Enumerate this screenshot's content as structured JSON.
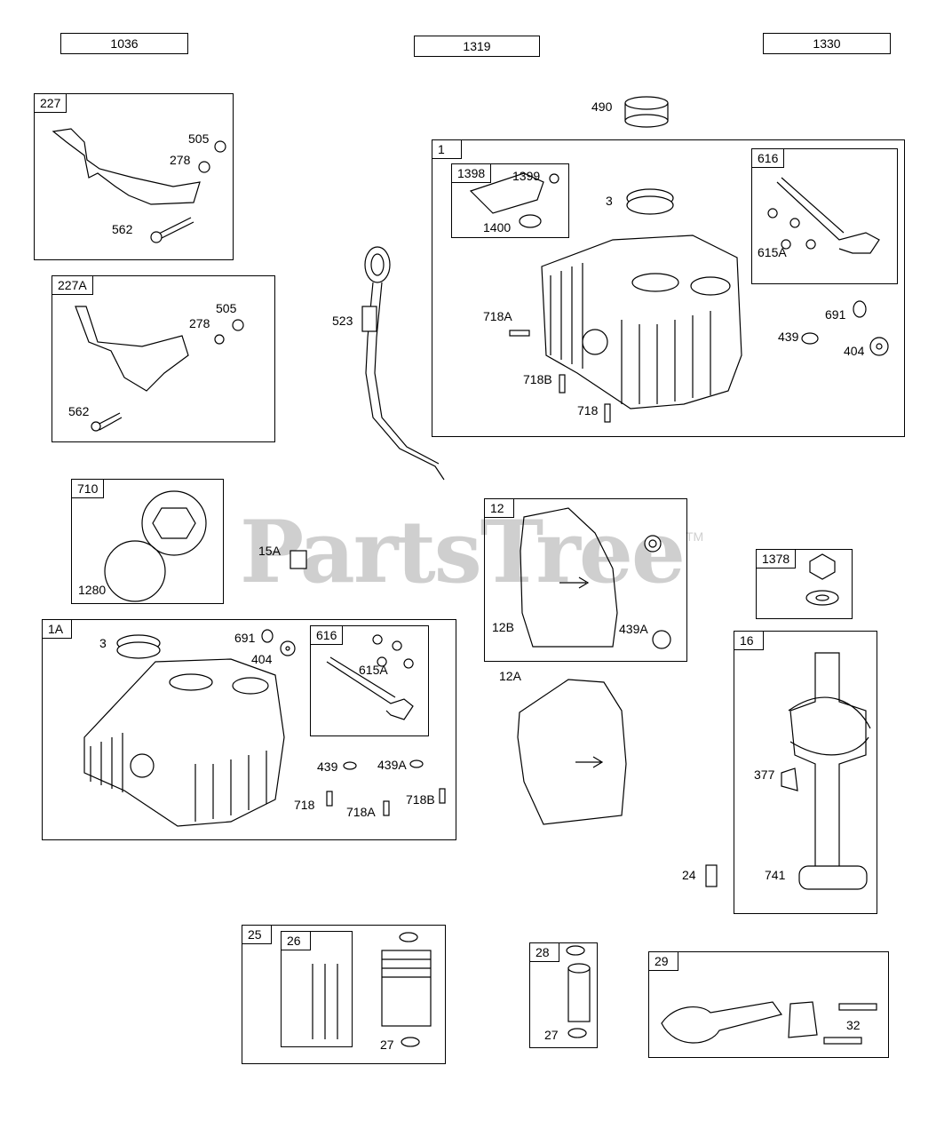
{
  "headers": [
    "1036",
    "1319",
    "1330"
  ],
  "watermark": "PartsTree",
  "watermark_tm": "TM",
  "boxes": {
    "b227": "227",
    "b227A": "227A",
    "b1": "1",
    "b1398": "1398",
    "b616a": "616",
    "b710": "710",
    "b12": "12",
    "b1378": "1378",
    "b1A": "1A",
    "b616b": "616",
    "b16": "16",
    "b25": "25",
    "b26": "26",
    "b28": "28",
    "b29": "29"
  },
  "labels": {
    "l505a": "505",
    "l278a": "278",
    "l562a": "562",
    "l505b": "505",
    "l278b": "278",
    "l562b": "562",
    "l523": "523",
    "l490": "490",
    "l1399": "1399",
    "l1400": "1400",
    "l3a": "3",
    "l615Aa": "615A",
    "l718Aa": "718A",
    "l691a": "691",
    "l439a": "439",
    "l404a": "404",
    "l718Ba": "718B",
    "l718a": "718",
    "l1280": "1280",
    "l15A": "15A",
    "l12B": "12B",
    "l439Aa": "439A",
    "l12A": "12A",
    "l3b": "3",
    "l691b": "691",
    "l404b": "404",
    "l615Ab": "615A",
    "l439b": "439",
    "l439Ab": "439A",
    "l718b": "718",
    "l718Ab": "718A",
    "l718Bb": "718B",
    "l377": "377",
    "l24": "24",
    "l741": "741",
    "l27a": "27",
    "l27b": "27",
    "l32": "32"
  }
}
